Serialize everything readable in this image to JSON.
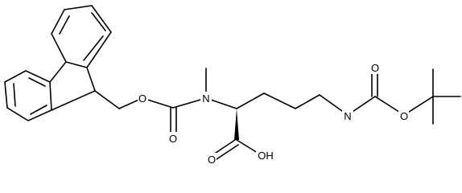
{
  "structure": {
    "atoms": {
      "o_fmoc_ether": "O",
      "o_fmoc_carbonyl": "O",
      "n_alpha": "N",
      "n_side_chain": "N",
      "o_boc_carbonyl": "O",
      "o_boc_ether": "O",
      "o_acid_carbonyl": "O",
      "oh_acid": "OH"
    },
    "colors": {
      "bond": "#000000",
      "background": "#ffffff"
    }
  }
}
